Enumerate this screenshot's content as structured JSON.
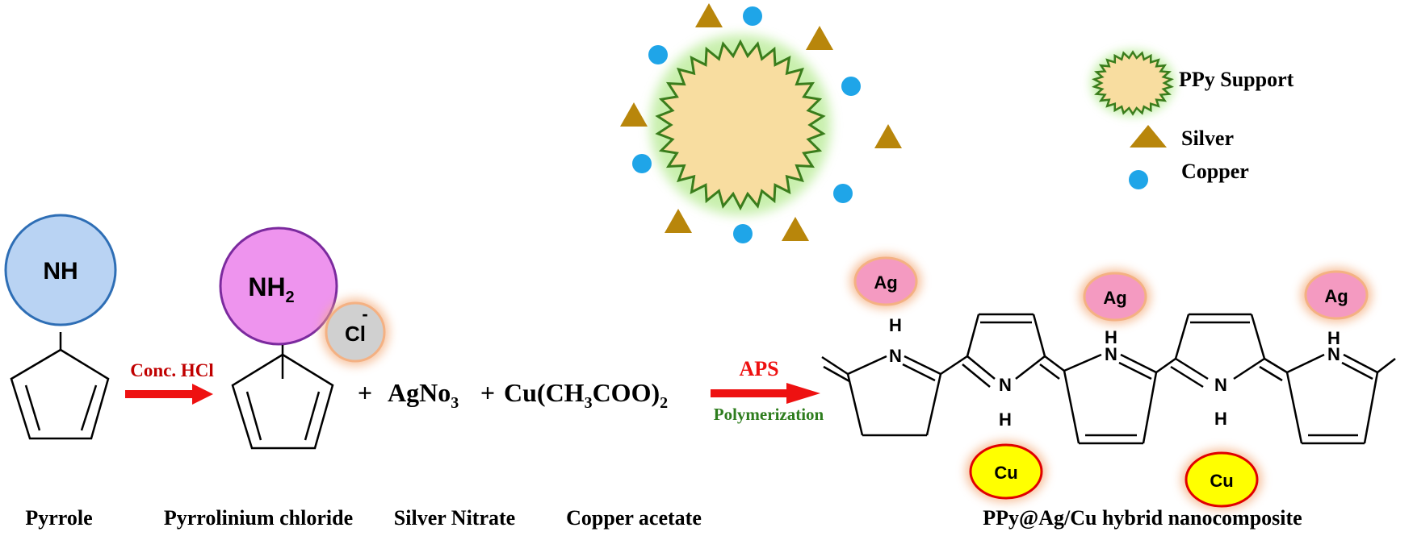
{
  "nodes": {
    "pyrrole_group": "NH",
    "pyrrolinium_group": "NH",
    "pyrrolinium_group_sub": "2",
    "chloride_ion": "Cl",
    "chloride_charge": "-",
    "silver_label": "Ag",
    "copper_label": "Cu",
    "nitrogen": "N",
    "hydrogen": "H"
  },
  "reagents": {
    "plus": "+",
    "silver_nitrate_formula": "AgNo",
    "silver_nitrate_sub": "3",
    "copper_acetate_formula_a": "Cu(CH",
    "copper_acetate_sub_3": "3",
    "copper_acetate_formula_b": "COO)",
    "copper_acetate_sub_2": "2"
  },
  "arrows": {
    "acid_step": "Conc. HCl",
    "oxidant": "APS",
    "process": "Polymerization"
  },
  "captions": {
    "pyrrole": "Pyrrole",
    "pyrrolinium": "Pyrrolinium chloride",
    "silver_nitrate": "Silver Nitrate",
    "copper_acetate": "Copper acetate",
    "product": "PPy@Ag/Cu hybrid nanocomposite"
  },
  "legend": {
    "support": "PPy Support",
    "silver": "Silver",
    "copper": "Copper"
  },
  "colors": {
    "pyrrole_circle": "#b9d3f3",
    "pyrrole_ring": "#2e6eb5",
    "pyrrolinium_circle": "#ee94ee",
    "pyrrolinium_ring": "#7b2a9e",
    "chloride_fill": "#d0d0d0",
    "chloride_glow": "#f4b183",
    "silver_fill": "#f49ac1",
    "copper_fill": "#ffff00",
    "copper_ring": "#e00000",
    "silver_triangle": "#b8860b",
    "copper_dot": "#1fa5e8",
    "support_fill": "#f8dda0",
    "support_spike": "#3a7d1c",
    "arrow": "#ee1111",
    "acid_text": "#c00000",
    "process_text": "#2e7d1e"
  }
}
